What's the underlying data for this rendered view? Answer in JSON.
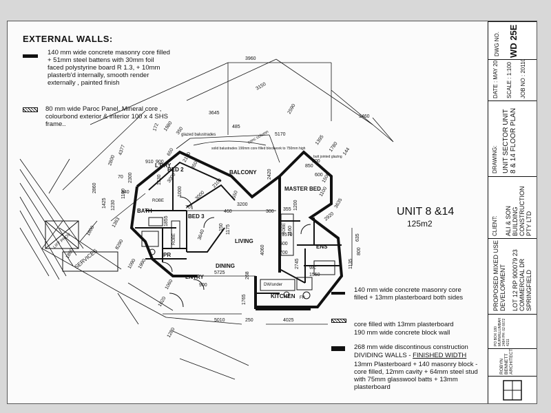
{
  "legend": {
    "title": "EXTERNAL WALLS:",
    "external_masonry": "140 mm wide  concrete masonry core filled + 51mm steel battens with  30mm foil faced polystyrine board R 1.3,  + 10mm plasterb'd internally, smooth render externally , painted finish",
    "paroc_panel": "80 mm wide  Paroc Panel. Mineral core , colourbond exterior  & interior 100 x 4 SHS frame..",
    "internal_masonry": "140 mm wide  concrete masonry core filled + 13mm plasterboard both sides",
    "block_wall_1": "core filled with 13mm plasterboard",
    "block_wall_2": "190 mm wide concrete block wall",
    "dividing_1": "268 mm wide  discontinous construction",
    "dividing_2a": "DIVIDING WALLS - ",
    "dividing_2b": "FINISHED WIDTH",
    "dividing_3": "13mm Plasterboard + 140 masonry block - core filled, 12mm cavity + 64mm steel stud with 75mm glasswool batts + 13mm plasterboard"
  },
  "unit": {
    "title": "UNIT 8 &14",
    "area": "125m2"
  },
  "rooms": {
    "bed2": "BED 2",
    "bed3": "BED 3",
    "balcony": "BALCONY",
    "master_bed": "MASTER BED",
    "bath": "BATH",
    "ldry": "L'DRY",
    "living": "LIVING",
    "dining": "DINING",
    "kitchen": "KITCHEN",
    "ens": "ENS",
    "entry": "ENTRY",
    "pr": "PR",
    "robe1": "ROBE",
    "robe2": "ROBE",
    "robe3": "ROBE",
    "lift_prov": "LIFT PROV",
    "services": "SERVICES",
    "dw": "DW/under",
    "fr": "FR",
    "wc": "WC"
  },
  "annotations": {
    "glazed_balustrades": "glazed balustrades",
    "solid_balustrades": "solid balustrades 190mm core filled blockwork to 750mm high",
    "conc_column": "conc column",
    "butt_jointed": "butt jointed glazing"
  },
  "dimensions": {
    "d3960": "3960",
    "d3150": "3150",
    "d3645": "3645",
    "d2590": "2590",
    "d485": "485",
    "d5170": "5170",
    "d3460": "3460",
    "d1395": "1395",
    "d1780": "1780",
    "d144": "144",
    "d4377": "4377",
    "d172": "172",
    "d1980": "1980",
    "d350": "350",
    "d910": "910",
    "d900": "900",
    "d650": "650",
    "d2100": "2100",
    "d350b": "350",
    "d2800": "2800",
    "d2300": "2300",
    "d70": "70",
    "d1180": "1180",
    "d2860": "2860",
    "d1425": "1425",
    "d1230": "1230",
    "d340": "340",
    "d3000": "3000",
    "d1530": "1530",
    "d1000": "1000",
    "d70b": "70",
    "d3000b": "3000",
    "d2100b": "2100",
    "d550": "550",
    "d3200": "3200",
    "d300": "300",
    "d460": "460",
    "d1200": "1200",
    "d355": "355",
    "d3635": "3635",
    "d1600": "1600",
    "d1800": "1800",
    "d1363": "1363",
    "d8290": "8290",
    "d1090": "1090",
    "d1990": "1990",
    "d1855": "1855",
    "d3640": "3640",
    "d150": "150",
    "d1175": "1175",
    "d4060": "4060",
    "d1570": "1570",
    "d600": "600",
    "d700": "700",
    "d2920": "2920",
    "d635": "635",
    "d1135": "1135",
    "d800": "800",
    "d5725": "5725",
    "d268": "268",
    "d1765": "1765",
    "d5010": "5010",
    "d250": "250",
    "d4025": "4025",
    "d2745": "2745",
    "d1280": "1280",
    "d1020": "1020",
    "d1060": "1060",
    "d900b": "900",
    "d1550": "1550",
    "d1160": "1160",
    "d2420": "2420",
    "d850": "850",
    "d500": "500",
    "d600b": "600",
    "d1100": "1100",
    "d1500": "1500"
  },
  "title_block": {
    "architect": "ROBYN BENNETT ARCHITECTS",
    "contact": "PO BOX 180   MURWILLUMBAH 2484   PH: 02 6672 4211",
    "project": "PROPOSED MIXED USE DEVELOPMENT",
    "address": "LOT 12 RP 900079   23 COMMERCIAL DR SPRINGFIELD",
    "client_label": "CLIENT:",
    "client": "ALI & SON BUILDING CONSTRUCTION PTY LTD",
    "drawing_label": "DRAWING:",
    "drawing": "UNIT SECTOR   UNIT 8 & 14   FLOOR PLAN",
    "date": "DATE : MAY 2010",
    "scale": "SCALE : 1:100",
    "job_no": "JOB NO : 20110",
    "dwg_no_label": "DWG NO.",
    "dwg_no": "WD 25E"
  },
  "colors": {
    "ink": "#111111",
    "paper": "#fbfbfb",
    "background": "#d8d8d8"
  }
}
